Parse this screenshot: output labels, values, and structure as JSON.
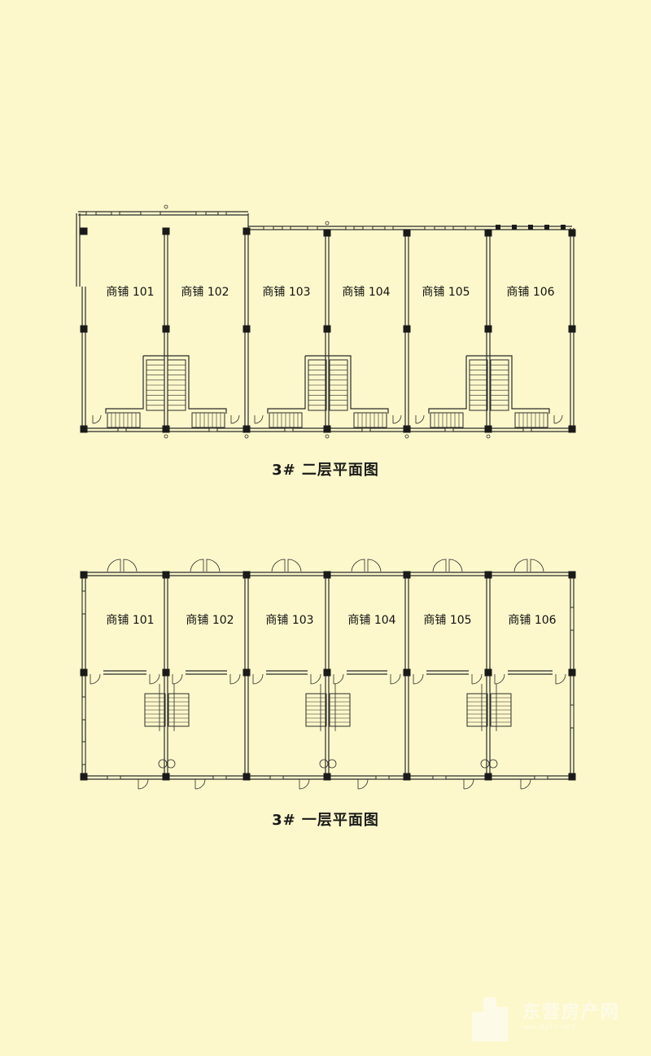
{
  "plans": [
    {
      "id": "upper",
      "caption": "3# 二层平面图",
      "shops": [
        "商铺 101",
        "商铺 102",
        "商铺 103",
        "商铺 104",
        "商铺 105",
        "商铺 106"
      ]
    },
    {
      "id": "lower",
      "caption": "3# 一层平面图",
      "shops": [
        "商铺 101",
        "商铺 102",
        "商铺 103",
        "商铺 104",
        "商铺 105",
        "商铺 106"
      ]
    }
  ],
  "watermark": {
    "name": "东营房产网",
    "url": "www.dyfc.net"
  },
  "colors": {
    "background": "#fcf8cb",
    "line": "#2a2a2a",
    "column": "#1a1a1a"
  }
}
